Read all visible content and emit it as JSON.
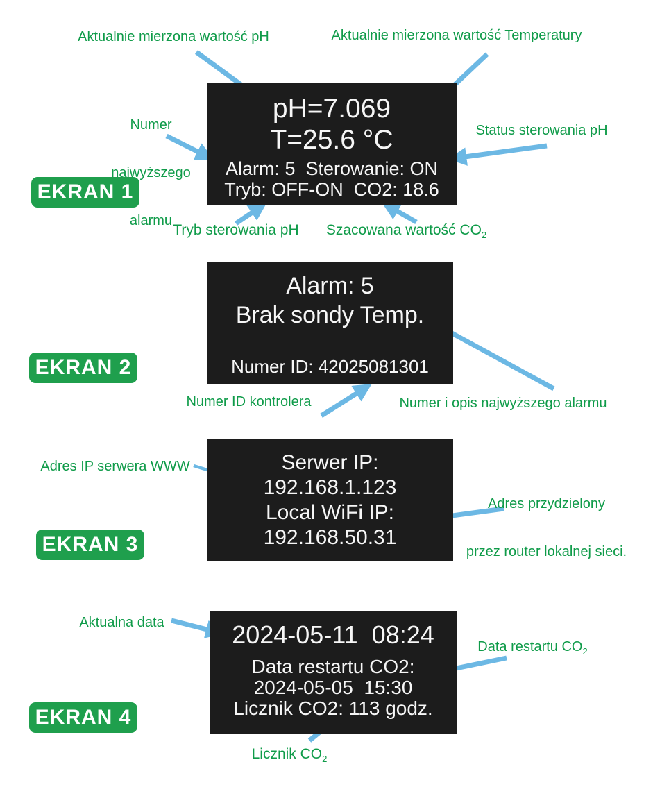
{
  "colors": {
    "label_green": "#0f9b49",
    "badge_green": "#1f9f4d",
    "arrow_blue": "#6cb8e4",
    "screen_bg": "#1c1c1c",
    "screen_text": "#f6f6f6"
  },
  "labels": {
    "ph_value": "Aktualnie mierzona wartość pH",
    "temp_value": "Aktualnie mierzona wartość Temperatury",
    "alarm_number_l1": "Numer",
    "alarm_number_l2": "najwyższego",
    "alarm_number_l3": "alarmu",
    "control_status": "Status sterowania pH",
    "control_mode": "Tryb sterowania pH",
    "co2_estimate_main": "Szacowana wartość CO",
    "co2_estimate_sub": "2",
    "controller_id": "Numer ID kontrolera",
    "alarm_desc": "Numer i opis najwyższego alarmu",
    "www_ip": "Adres IP serwera WWW",
    "router_ip_l1": "Adres przydzielony",
    "router_ip_l2": "przez router lokalnej sieci.",
    "current_date": "Aktualna data",
    "co2_restart_main": "Data restartu CO",
    "co2_restart_sub": "2",
    "co2_counter_main": "Licznik CO",
    "co2_counter_sub": "2"
  },
  "badges": {
    "ekran1": "EKRAN 1",
    "ekran2": "EKRAN 2",
    "ekran3": "EKRAN 3",
    "ekran4": "EKRAN 4"
  },
  "screens": {
    "screen1": {
      "ph": "pH=7.069",
      "temp": "T=25.6 °C",
      "alarm_control": "Alarm: 5  Sterowanie: ON",
      "mode_co2": "Tryb: OFF-ON  CO2: 18.6"
    },
    "screen2": {
      "alarm": "Alarm: 5",
      "alarm_desc": "Brak sondy Temp.",
      "id": "Numer ID: 42025081301"
    },
    "screen3": {
      "server_ip_label": "Serwer IP:",
      "server_ip": "192.168.1.123",
      "wifi_ip_label": "Local WiFi IP:",
      "wifi_ip": "192.168.50.31"
    },
    "screen4": {
      "datetime": "2024-05-11  08:24",
      "co2_restart_label": "Data restartu CO2:",
      "co2_restart_date": "2024-05-05  15:30",
      "co2_counter": "Licznik CO2: 113 godz."
    }
  }
}
